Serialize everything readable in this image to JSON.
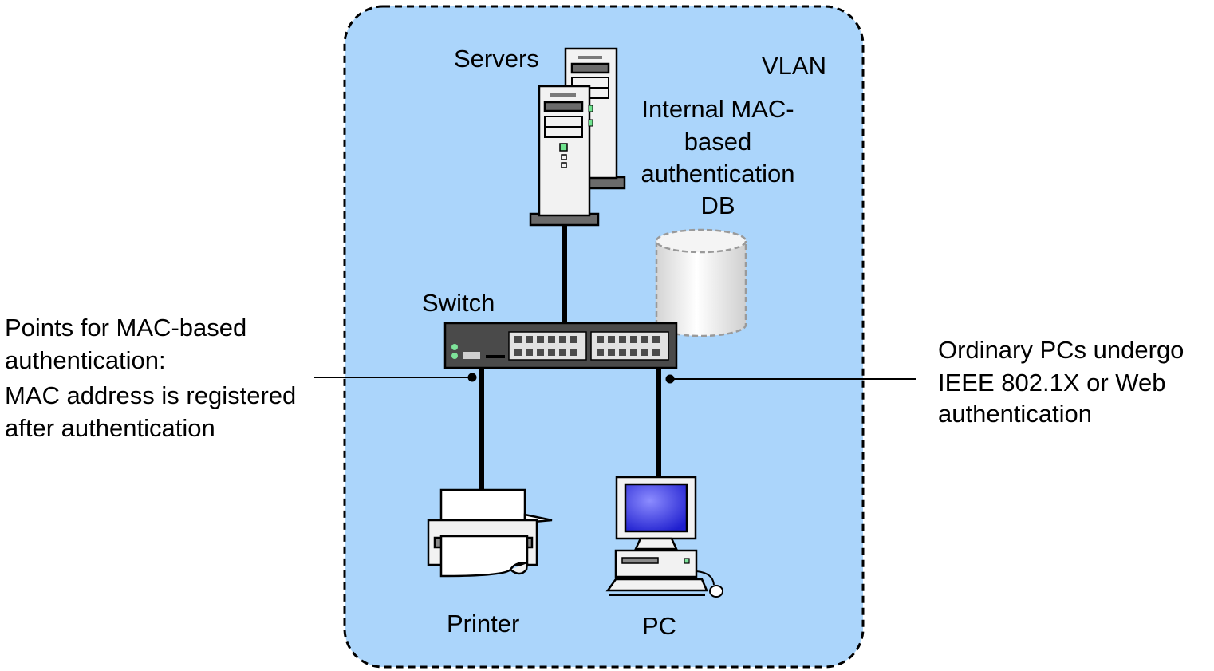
{
  "colors": {
    "vlan_fill": "#abd5fb",
    "vlan_border": "#000000",
    "pc_screen": "#3a3adf",
    "device_body": "#f2f2f2"
  },
  "labels": {
    "servers": "Servers",
    "vlan": "VLAN",
    "db_line1": "Internal MAC-",
    "db_line2": "based",
    "db_line3": "authentication",
    "db_line4": "DB",
    "switch": "Switch",
    "printer": "Printer",
    "pc": "PC"
  },
  "left_note": {
    "line1": "Points for MAC-based",
    "line2": "authentication:",
    "line3": "MAC address is registered",
    "line4": "after authentication"
  },
  "right_note": {
    "line1": "Ordinary PCs undergo",
    "line2": "IEEE 802.1X or Web",
    "line3": "authentication"
  },
  "icons": {
    "servers": "server-tower-icon",
    "database": "database-cylinder-icon",
    "switch": "network-switch-icon",
    "printer": "printer-icon",
    "pc": "desktop-computer-icon"
  }
}
